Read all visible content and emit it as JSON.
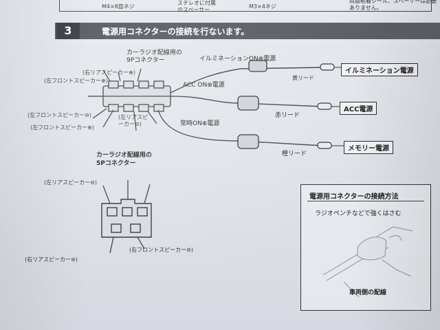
{
  "top_notes": {
    "m4_screw": "M4×8皿ネジ",
    "stereo_spacer": "ステレオに付属\nのスペーサー",
    "m3_screw": "M3×4ネジ",
    "tape_note": "両面粘着シール、スペーサーは必要\nありません。"
  },
  "step": {
    "number": "3",
    "title": "電源用コネクターの接続を行ないます。"
  },
  "upper_diagram": {
    "connector_caption": "カーラジオ配線用の\n9Pコネクター",
    "left_rear_speaker_plus": "(右リアスピーカー⊕)",
    "left_front_speaker_plus": "(左フロントスピーカー⊕)",
    "right_front_speaker_minus": "(左フロントスピーカー⊖)",
    "right_front_speaker_plus": "(左フロントスピーカー⊕)",
    "left_rear_speaker_minus": "(左リアスピ\nーカー⊖)",
    "illumination_on": "イルミネーションON⊕電源",
    "acc_on": "ACC ON⊕電源",
    "constant_on": "常時ON⊕電源",
    "yellow_lead": "黄リード",
    "red_lead": "赤リード",
    "orange_lead": "橙リード",
    "illumination_power": "イルミネーション電源",
    "acc_power": "ACC電源",
    "memory_power": "メモリー電源"
  },
  "lower_diagram": {
    "connector_caption": "カーラジオ配線用の\n5Pコネクター",
    "left_rear_speaker_minus": "(左リアスピーカー⊖)",
    "right_rear_speaker_minus": "(右リアスピーカー⊖)",
    "right_front_speaker_minus": "(右フロントスピーカー⊖)"
  },
  "howto": {
    "title": "電源用コネクターの接続方法",
    "pliers_note": "ラジオペンチなどで強くはさむ",
    "vehicle_wiring": "車両側の配線"
  },
  "colors": {
    "header_bar": "#4b4f57",
    "paper": "#e3e6ec",
    "ink": "#222222"
  }
}
